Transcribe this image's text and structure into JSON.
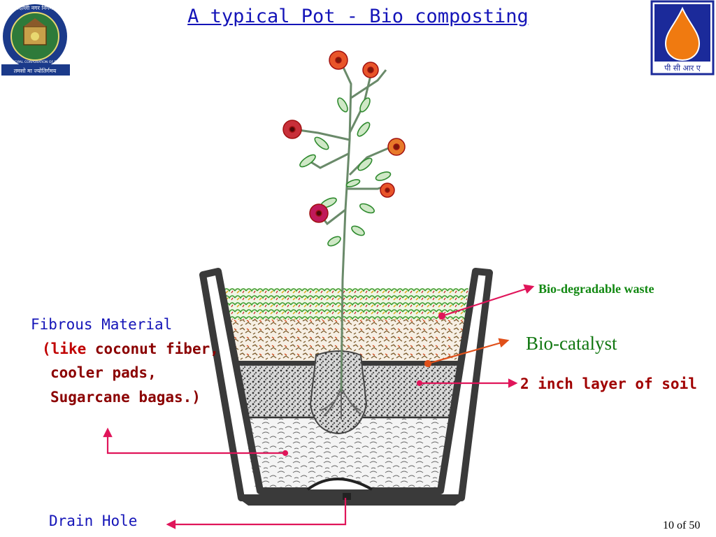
{
  "slide": {
    "title": "A typical Pot - Bio composting",
    "page_indicator": "10 of 50"
  },
  "labels": {
    "fibrous_title": "Fibrous Material",
    "fibrous_open_paren": "(",
    "fibrous_like": "like",
    "fibrous_line1_rest": " coconut fiber,",
    "fibrous_line2": "cooler pads,",
    "fibrous_line3": "Sugarcane bagas.)",
    "biodegradable_waste": "Bio-degradable waste",
    "bio_catalyst": "Bio-catalyst",
    "soil_layer": "2 inch layer of soil",
    "drain_hole": "Drain Hole"
  },
  "logos": {
    "left": {
      "top_text": "दिल्ली नगर निगम",
      "ring_text": "MUNICIPAL CORPORATION OF DELHI",
      "motto": "तमसो मा ज्योतिर्गमय"
    },
    "right": {
      "caption": "पी सी आर ए"
    }
  },
  "colors": {
    "title_blue": "#1414b8",
    "arrow_pink": "#e0155a",
    "arrow_orange": "#e0501a",
    "label_green": "#118811",
    "label_darkred": "#8b0000",
    "pot_outline": "#3a3a3a",
    "flame_orange": "#f07a10"
  }
}
